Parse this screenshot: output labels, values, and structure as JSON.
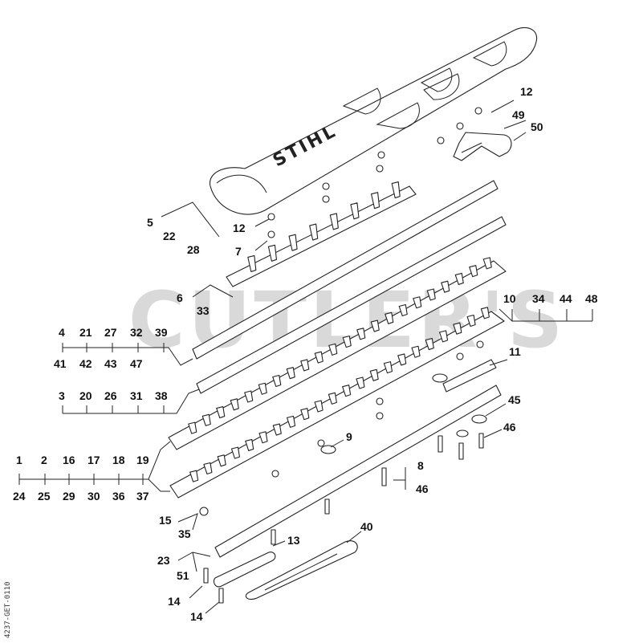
{
  "watermark": "CUTLER'S",
  "brand_logo": "STIHL",
  "side_reference": "4237-GET-0110",
  "label_groups": [
    {
      "name": "cover",
      "labels": [
        "5",
        "22",
        "28"
      ]
    },
    {
      "name": "nut-upper",
      "labels": [
        "12"
      ]
    },
    {
      "name": "guard-plate",
      "labels": [
        "49",
        "50"
      ]
    },
    {
      "name": "nut-middle",
      "labels": [
        "12"
      ]
    },
    {
      "name": "washer",
      "labels": [
        "7"
      ]
    },
    {
      "name": "blade-protector",
      "labels": [
        "6",
        "33"
      ]
    },
    {
      "name": "upper-bar",
      "labels": [
        "4",
        "21",
        "27",
        "32",
        "39",
        "41",
        "42",
        "43",
        "47"
      ]
    },
    {
      "name": "upper-blade",
      "labels": [
        "3",
        "20",
        "26",
        "31",
        "38"
      ]
    },
    {
      "name": "lower-blade-set",
      "labels": [
        "1",
        "2",
        "16",
        "17",
        "18",
        "19",
        "24",
        "25",
        "29",
        "30",
        "36",
        "37"
      ]
    },
    {
      "name": "right-cutter",
      "labels": [
        "10",
        "34",
        "44",
        "48"
      ]
    },
    {
      "name": "plate",
      "labels": [
        "11"
      ]
    },
    {
      "name": "spacer",
      "labels": [
        "9"
      ]
    },
    {
      "name": "screw-set",
      "labels": [
        "8",
        "46"
      ]
    },
    {
      "name": "washer-right",
      "labels": [
        "45"
      ]
    },
    {
      "name": "screw-right",
      "labels": [
        "46"
      ]
    },
    {
      "name": "nut-lower",
      "labels": [
        "15",
        "35"
      ]
    },
    {
      "name": "lower-bar",
      "labels": [
        "23",
        "51"
      ]
    },
    {
      "name": "screw-13",
      "labels": [
        "13"
      ]
    },
    {
      "name": "guide-40",
      "labels": [
        "40"
      ]
    },
    {
      "name": "screw-14a",
      "labels": [
        "14"
      ]
    },
    {
      "name": "screw-14b",
      "labels": [
        "14"
      ]
    }
  ]
}
